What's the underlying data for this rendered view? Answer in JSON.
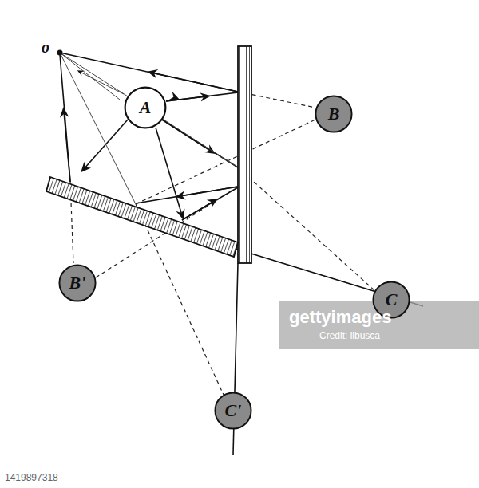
{
  "diagram": {
    "nodes": [
      {
        "text": [
          "A"
        ]
      },
      {
        "text": [
          "B"
        ]
      },
      {
        "text": [
          "B'"
        ]
      },
      {
        "text": [
          "C"
        ]
      },
      {
        "text": [
          "C'"
        ]
      }
    ],
    "labels": [
      "o",
      "gettyimages",
      "Credit: ilbusca",
      "1419897318"
    ]
  }
}
